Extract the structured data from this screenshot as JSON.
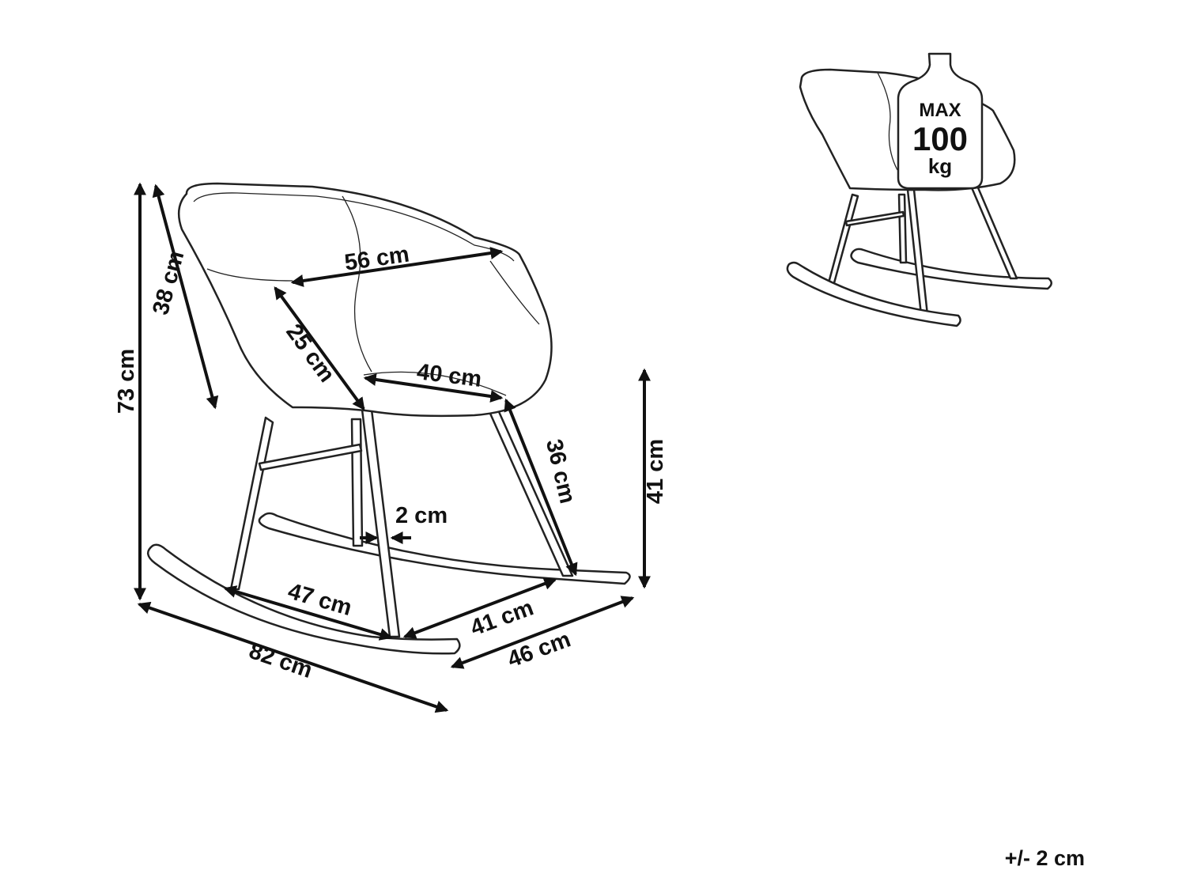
{
  "dimensions": {
    "overall_height": "73 cm",
    "backrest_height": "38 cm",
    "seat_width": "56 cm",
    "armrest_height": "25 cm",
    "seat_depth": "40 cm",
    "leg_length": "36 cm",
    "seat_height": "41 cm",
    "tube_diameter": "2 cm",
    "runner_span": "47 cm",
    "base_depth": "41 cm",
    "overall_width": "46 cm",
    "overall_length": "82 cm"
  },
  "weight_badge": {
    "line1": "MAX",
    "line2": "100",
    "line3": "kg"
  },
  "tolerance": "+/- 2 cm"
}
